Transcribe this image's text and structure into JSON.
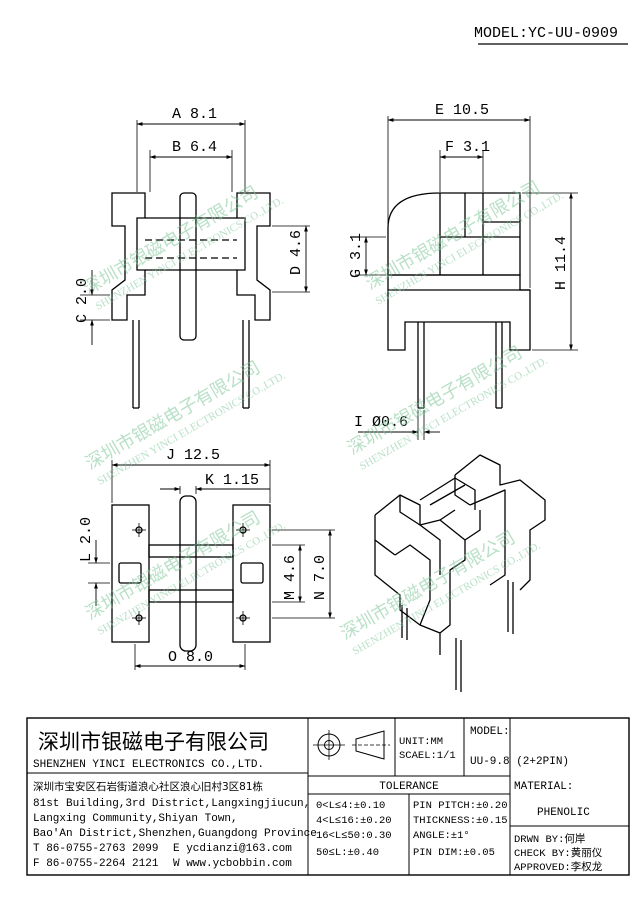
{
  "model_header": "MODEL:YC-UU-0909",
  "dimensions": {
    "a": "A 8.1",
    "b": "B 6.4",
    "c": "C 2.0",
    "d": "D 4.6",
    "e": "E 10.5",
    "f": "F 3.1",
    "g": "G 3.1",
    "h": "H 11.4",
    "i": "I Ø0.6",
    "j": "J 12.5",
    "k": "K 1.15",
    "l": "L 2.0",
    "m": "M 4.6",
    "n": "N 7.0",
    "o": "O 8.0"
  },
  "watermark": {
    "cn": "深圳市银磁电子有限公司",
    "en": "SHENZHEN YINCI ELECTRONICS CO.,LTD."
  },
  "company": {
    "name_cn": "深圳市银磁电子有限公司",
    "name_en": "SHENZHEN YINCI ELECTRONICS CO.,LTD.",
    "address_cn": "深圳市宝安区石岩街道浪心社区浪心旧村3区81栋",
    "address_en": [
      "81st Building,3rd District,Langxingjiucun,",
      "Langxing Community,Shiyan Town,",
      "Bao'An District,Shenzhen,Guangdong Province"
    ],
    "tel": "T 86-0755-2763 2099",
    "fax": "F 86-0755-2264 2121",
    "email": "E ycdianzi@163.com",
    "web": "W www.ycbobbin.com"
  },
  "unit": "UNIT:MM",
  "scale": "SCAEL:1/1",
  "model_label": "MODEL:",
  "model_value": "UU-9.8 (2+2PIN)",
  "tolerance": {
    "title": "TOLERANCE",
    "rows": [
      {
        "left": "0<L≤4:±0.10",
        "right": "PIN PITCH:±0.20"
      },
      {
        "left": "4<L≤16:±0.20",
        "right": "THICKNESS:±0.15"
      },
      {
        "left": "16<L≤50:0.30",
        "right": "ANGLE:±1°"
      },
      {
        "left": "50≤L:±0.40",
        "right": "PIN DIM:±0.05"
      }
    ]
  },
  "material_label": "MATERIAL:",
  "material_value": "PHENOLIC",
  "drawn_by": "DRWN BY:何岸",
  "check_by": "CHECK BY:黄丽仪",
  "approved": "APPROVED:李权龙"
}
